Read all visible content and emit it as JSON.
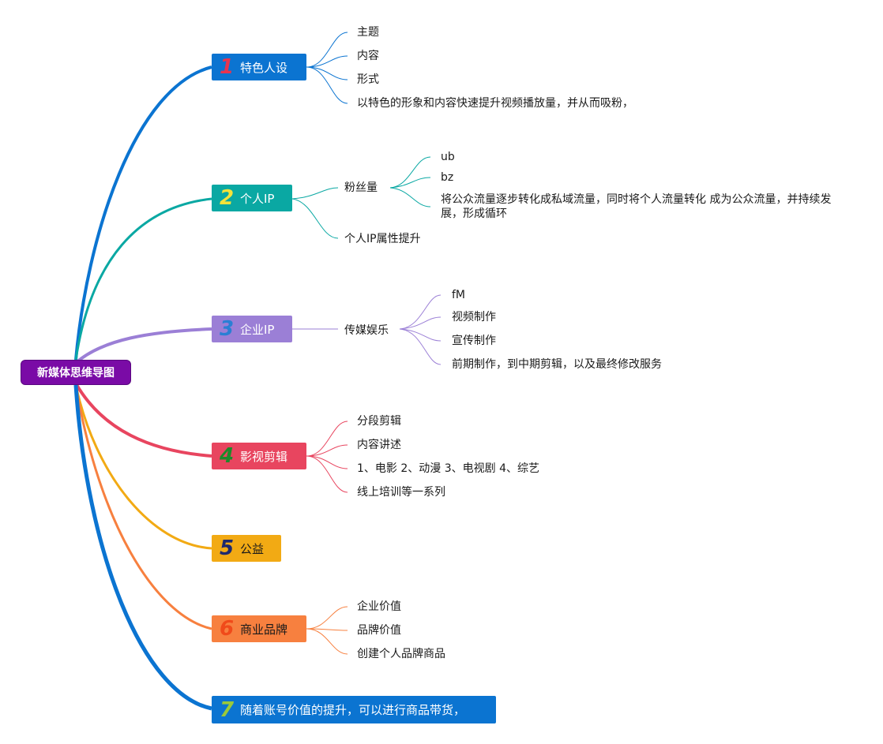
{
  "root": "新媒体思维导图",
  "colors": {
    "root": "#7a0ba6",
    "b1": "#0b74d1",
    "b2": "#0aa8a3",
    "b3": "#9b7fd6",
    "b4": "#e8455f",
    "b5": "#f2aa14",
    "b6": "#f7803f",
    "b7": "#0b74d1"
  },
  "branches": [
    {
      "num": "1",
      "title": "特色人设",
      "items": [
        "主题",
        "内容",
        "形式",
        "以特色的形象和内容快速提升视频播放量，并从而吸粉，"
      ]
    },
    {
      "num": "2",
      "title": "个人IP",
      "items": [
        {
          "title": "粉丝量",
          "items": [
            "ub",
            "bz",
            "将公众流量逐步转化成私域流量，同时将个人流量转化 成为公众流量，并持续发展，形成循环"
          ]
        },
        {
          "title": "个人IP属性提升"
        }
      ]
    },
    {
      "num": "3",
      "title": "企业IP",
      "items": [
        {
          "title": "传媒娱乐",
          "items": [
            "fM",
            "视频制作",
            "宣传制作",
            "前期制作，到中期剪辑，以及最终修改服务"
          ]
        }
      ]
    },
    {
      "num": "4",
      "title": "影视剪辑",
      "items": [
        "分段剪辑",
        "内容讲述",
        "1、电影 2、动漫 3、电视剧 4、综艺",
        "线上培训等一系列"
      ]
    },
    {
      "num": "5",
      "title": "公益",
      "items": []
    },
    {
      "num": "6",
      "title": "商业品牌",
      "items": [
        "企业价值",
        "品牌价值",
        "创建个人品牌商品"
      ]
    },
    {
      "num": "7",
      "title": "随着账号价值的提升，可以进行商品带货，",
      "items": []
    }
  ]
}
